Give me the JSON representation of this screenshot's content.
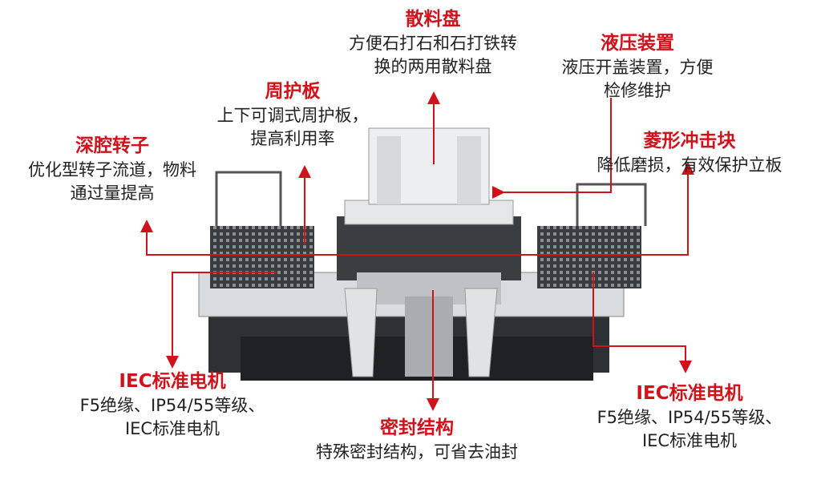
{
  "colors": {
    "accent": "#d0121b",
    "text": "#222222",
    "machine": "#cfd2d5"
  },
  "image": {
    "subject": "vertical-shaft-impact-crusher"
  },
  "callouts": {
    "distributor": {
      "title": "散料盘",
      "lines": [
        "方便石打石和石打铁转",
        "换的两用散料盘"
      ]
    },
    "hydraulic": {
      "title": "液压装置",
      "lines": [
        "液压开盖装置，方便",
        "检修维护"
      ]
    },
    "guard_plate": {
      "title": "周护板",
      "lines": [
        "上下可调式周护板，",
        "提高利用率"
      ]
    },
    "rotor": {
      "title": "深腔转子",
      "lines": [
        "优化型转子流道，物料",
        "通过量提高"
      ]
    },
    "impact_block": {
      "title": "菱形冲击块",
      "lines": [
        "降低磨损，有效保护立板"
      ]
    },
    "motor_left": {
      "title": "IEC标准电机",
      "lines": [
        "F5绝缘、IP54/55等级、",
        "IEC标准电机"
      ]
    },
    "motor_right": {
      "title": "IEC标准电机",
      "lines": [
        "F5绝缘、IP54/55等级、",
        "IEC标准电机"
      ]
    },
    "seal": {
      "title": "密封结构",
      "lines": [
        "特殊密封结构，可省去油封"
      ]
    }
  }
}
